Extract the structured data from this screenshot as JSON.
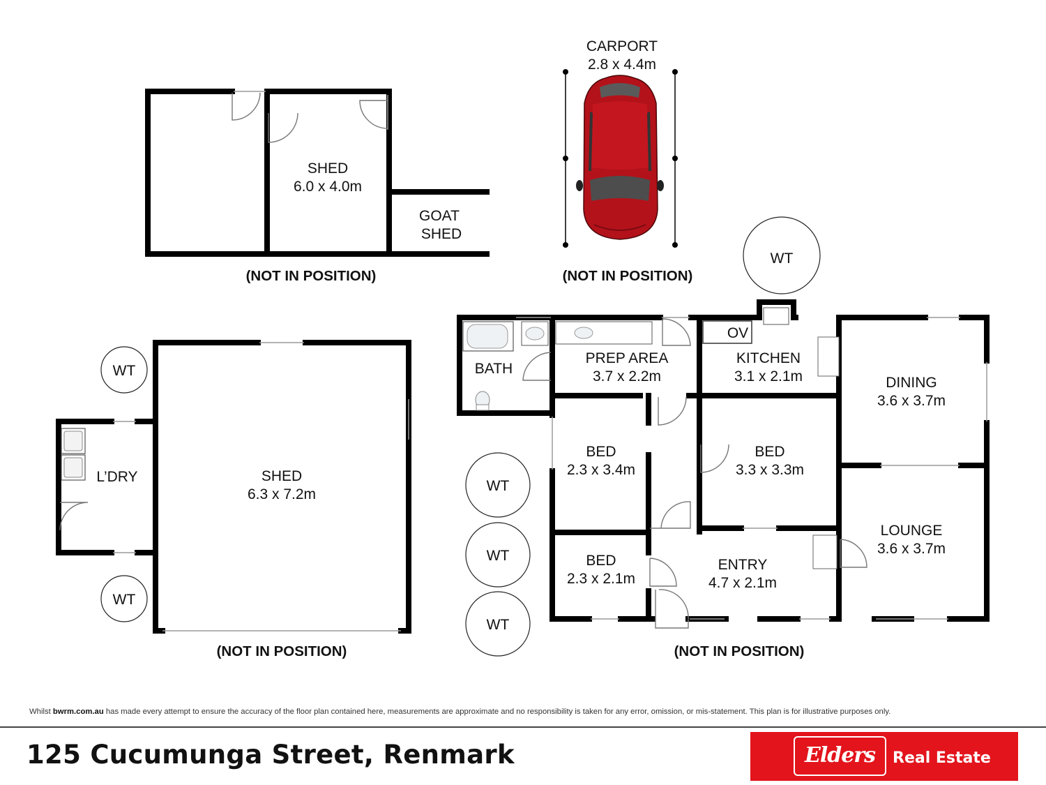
{
  "rooms": {
    "shed_small": {
      "name": "SHED",
      "size": "6.0 x 4.0m"
    },
    "goat_shed": {
      "line1": "GOAT",
      "line2": "SHED"
    },
    "carport": {
      "name": "CARPORT",
      "size": "2.8 x 4.4m"
    },
    "shed_large": {
      "name": "SHED",
      "size": "6.3 x 7.2m"
    },
    "laundry": {
      "name": "L’DRY"
    },
    "bath": {
      "name": "BATH"
    },
    "prep_area": {
      "name": "PREP AREA",
      "size": "3.7 x 2.2m"
    },
    "oven": {
      "name": "OV"
    },
    "kitchen": {
      "name": "KITCHEN",
      "size": "3.1 x 2.1m"
    },
    "dining": {
      "name": "DINING",
      "size": "3.6 x 3.7m"
    },
    "bed_1": {
      "name": "BED",
      "size": "2.3 x 3.4m"
    },
    "bed_2": {
      "name": "BED",
      "size": "3.3 x 3.3m"
    },
    "bed_3": {
      "name": "BED",
      "size": "2.3 x 2.1m"
    },
    "entry": {
      "name": "ENTRY",
      "size": "4.7 x 2.1m"
    },
    "lounge": {
      "name": "LOUNGE",
      "size": "3.6 x 3.7m"
    }
  },
  "notes": {
    "not_in_position": "(NOT IN POSITION)"
  },
  "tree_label": "WT",
  "footer": {
    "disclaimer_prefix": "Whilst ",
    "disclaimer_site": "bwrm.com.au",
    "disclaimer_rest": " has made every attempt to ensure the accuracy of the floor plan contained here, measurements are approximate and no responsibility is taken for any error, omission, or mis-statement. This plan is for illustrative purposes only.",
    "address": "125 Cucumunga Street, Renmark",
    "agency_brand": "Elders",
    "agency_suffix": "Real Estate"
  },
  "colors": {
    "brand_red": "#e3141c",
    "car_red": "#b3121a",
    "wall": "#000000"
  }
}
